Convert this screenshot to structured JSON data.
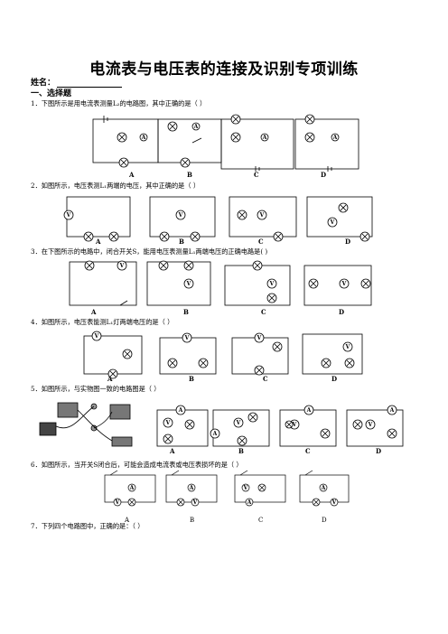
{
  "title": "电流表与电压表的连接及识别专项训练",
  "name_label": "姓名：",
  "section": "一、选择题",
  "questions": [
    {
      "text": "1．下图所示是用电流表测量L₂的电路图，其中正确的是（      ）",
      "options": [
        "A",
        "B",
        "C",
        "D"
      ]
    },
    {
      "text": "2．如图所示，电压表测L₁两端的电压，其中正确的是（      ）",
      "options": [
        "A",
        "B",
        "C",
        "D"
      ]
    },
    {
      "text": "3．在下图所示的电路中，闭合开关S，能用电压表测量L₁两端电压的正确电路是(      )",
      "options": [
        "A",
        "B",
        "C",
        "D"
      ]
    },
    {
      "text": "4．如图所示，电压表能测L₁灯两端电压的是（      ）",
      "options": [
        "A",
        "B",
        "C",
        "D"
      ]
    },
    {
      "text": "5．如图所示，与实物图一致的电路图是（      ）",
      "options": [
        "A",
        "B",
        "C",
        "D"
      ]
    },
    {
      "text": "6．如图所示，当开关S闭合后，可能会造成电流表或电压表损坏的是（      ）",
      "options": [
        "A",
        "B",
        "C",
        "D"
      ]
    },
    {
      "text": "7．下列四个电路图中，正确的是：（      ）",
      "options": []
    }
  ],
  "symbols": {
    "L1": "L₁",
    "L2": "L₂",
    "S": "S",
    "ammeter": "A",
    "voltmeter": "V",
    "plus": "+",
    "minus": "−"
  }
}
